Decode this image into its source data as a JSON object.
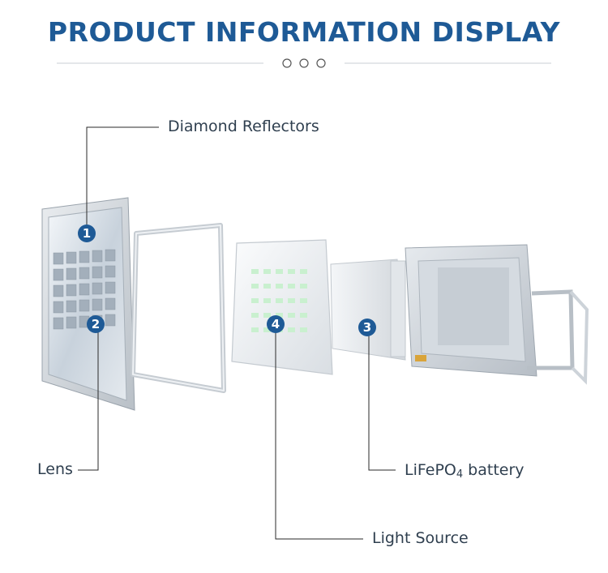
{
  "header": {
    "title": "PRODUCT INFORMATION DISPLAY"
  },
  "parts": [
    {
      "number": "1",
      "label": "Diamond Reflectors"
    },
    {
      "number": "2",
      "label": "Lens"
    },
    {
      "number": "3",
      "label": "LiFePO",
      "label_sub": "4",
      "label_suffix": " battery"
    },
    {
      "number": "4",
      "label": "Light Source"
    }
  ],
  "colors": {
    "title": "#1e5a96",
    "badge": "#1e5a96",
    "leader_line": "#2a2a2a",
    "divider": "#c9cfd6"
  },
  "icons": [
    "divider-circle-icon",
    "divider-circle-icon",
    "divider-circle-icon"
  ]
}
